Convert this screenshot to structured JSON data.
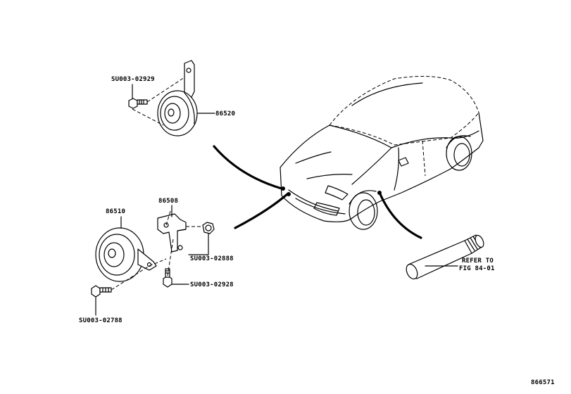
{
  "labels": {
    "bolt_upper": "SU003-02929",
    "horn_high": "86520",
    "horn_low": "86510",
    "bracket": "86508",
    "nut": "SU003-02888",
    "bolt_bracket": "SU003-02928",
    "bolt_lower": "SU003-02788",
    "refer_line1": "REFER TO",
    "refer_line2": "FIG 84-01",
    "figure_number": "866571"
  }
}
